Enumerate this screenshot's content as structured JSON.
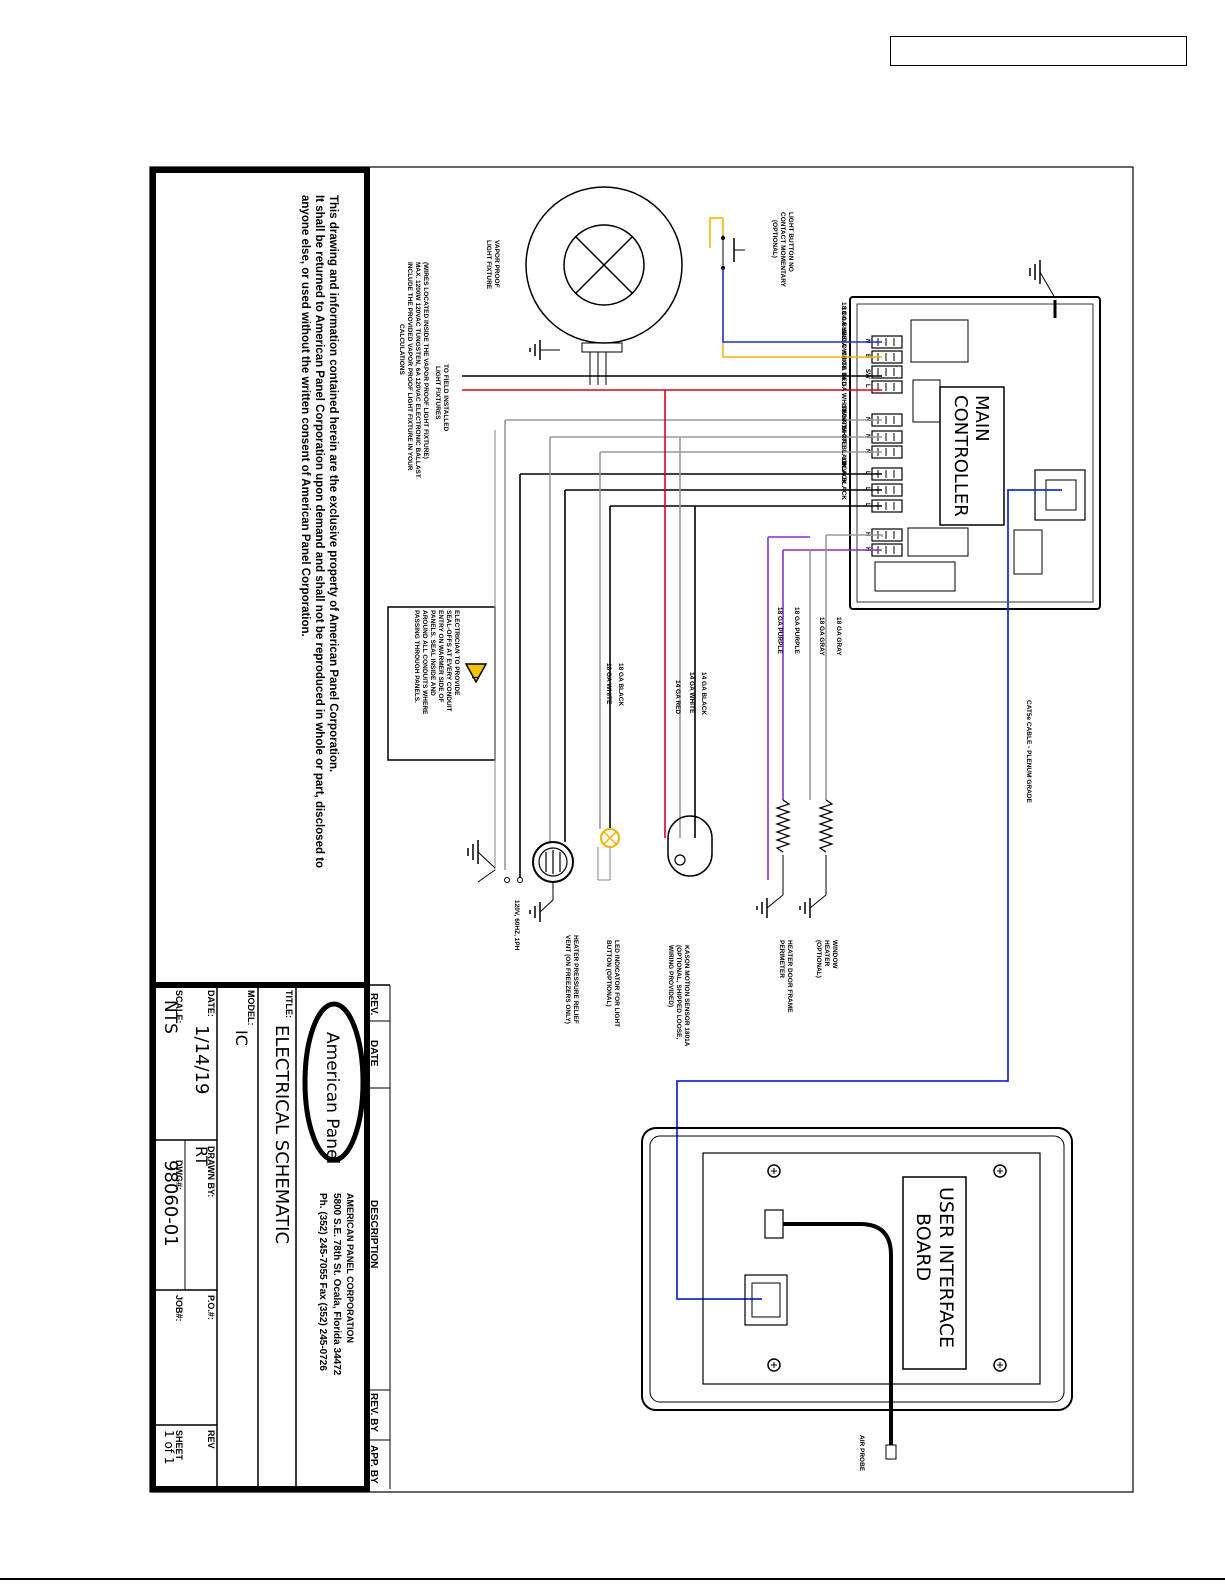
{
  "header": {
    "title_label": "TITLE:",
    "title": "ELECTRICAL SCHEMATIC",
    "model_label": "MODEL:",
    "model": "IC",
    "date_label": "DATE:",
    "date": "1/14/19",
    "scale_label": "SCALE:",
    "scale": "NTS",
    "drawn_by_label": "DRAWN BY:",
    "drawn_by": "RT",
    "dwg_label": "DWG#:",
    "dwg": "98060-01",
    "po_label": "P.O.#:",
    "job_label": "JOB#:",
    "rev_label": "REV",
    "sheet_label": "SHEET",
    "sheet": "1 of 1"
  },
  "revision_table": {
    "rev": "REV.",
    "date": "DATE",
    "description": "DESCRIPTION",
    "rev_by": "REV. BY",
    "app_by": "APP. BY"
  },
  "company": {
    "logo_text": "American Panel",
    "name": "AMERICAN PANEL CORPORATION",
    "address": "5800 S.E. 78th St. Ocala, Florida 34472",
    "phone": "Ph. (352) 245-7055  Fax (352) 245-0726"
  },
  "notice": {
    "line1": "This drawing and information contained herein are the exclusive property of American Panel Corporation.",
    "line2": "It shall be returned to American Panel Corporation upon demand and shall not be reproduced in whole or part, disclosed to",
    "line3": "anyone else, or used without the written consent of American Panel Corporation."
  },
  "main_controller": {
    "title_line1": "MAIN",
    "title_line2": "CONTROLLER"
  },
  "user_interface": {
    "title_line1": "USER INTERFACE",
    "title_line2": "BOARD",
    "probe_label": "AIR PROBE"
  },
  "cable_label": "CAT5e CABLE - PLENUM GRADE",
  "wires": [
    "18 GA  BLUE",
    "18 GA  YELLOW",
    "14 GA  WHITE",
    "14 GA  RED",
    "14 GA  WHITE",
    "WHITE",
    "18 GA  WHITE",
    "14 GA  BLACK",
    "BLACK",
    "18 GA  BLACK"
  ],
  "vertical_wires": {
    "gray_a": "18 GA GRAY",
    "gray_b": "18 GA GRAY",
    "purple_a": "18 GA PURPLE",
    "purple_b": "18 GA PURPLE",
    "black_a": "14 GA BLACK",
    "white_a": "14 GA WHITE",
    "red_a": "14 GA RED",
    "black_b": "18 GA BLACK",
    "white_b": "18 GA WHITE"
  },
  "terminal_marks": [
    "N",
    "B",
    "SW",
    "L",
    "N",
    "N",
    "N",
    "L",
    "L",
    "L",
    "H",
    "H"
  ],
  "device_labels": {
    "light_button": [
      "LIGHT BUTTON NO",
      "CONTACT MOMENTARY",
      "(OPTIONAL)"
    ],
    "vapor_fixture": [
      "VAPOR PROOF",
      "LIGHT FIXTURE"
    ],
    "field_fixtures": [
      "TO FIELD INSTALLED",
      "LIGHT FIXTURES"
    ],
    "fixture_note": [
      "(WIRES LOCATED INSIDE THE VAPOR PROOF LIGHT FIXTURE)",
      "MAX. 1200W 120VAC TUNGSTEN, 6A 120VAC ELECTRONIC BALLAST",
      "INCLUDE THE PROVIDED VAPOR PROOF LIGHT FIXTURE IN YOUR",
      "CALCULATIONS"
    ],
    "warning": [
      "ELECTRICIAN TO PROVIDE",
      "SEAL-OFFS AT EVERY CONDUIT",
      "ENTRY ON WARMER SIDE OF",
      "PANELS. SEAL INSIDE AND",
      "AROUND ALL CONDUITS WHERE",
      "PASSING THROUGH PANELS."
    ],
    "power": "120V, 60HZ, 1PH",
    "vent": [
      "HEATER PRESSURE RELIEF",
      "VENT (ON FREEZERS ONLY)"
    ],
    "led": [
      "LED INDICATOR FOR LIGHT",
      "BUTTON (OPTIONAL)"
    ],
    "motion": [
      "KASON MOTION SENSOR 1801A",
      "(OPTIONAL, SHIPPED LOOSE,",
      "WIRING PROVIDED)"
    ],
    "door_heater": [
      "HEATER DOOR FRAME",
      "PERIMETER"
    ],
    "window_heater": [
      "WINDOW",
      "HEATER",
      "(OPTIONAL)"
    ]
  },
  "colors": {
    "blue": "#1a2fd6",
    "yellow": "#f0b400",
    "red": "#e0001b",
    "purple": "#8a2fc9",
    "gray": "#9a9a9a",
    "black": "#000000"
  }
}
